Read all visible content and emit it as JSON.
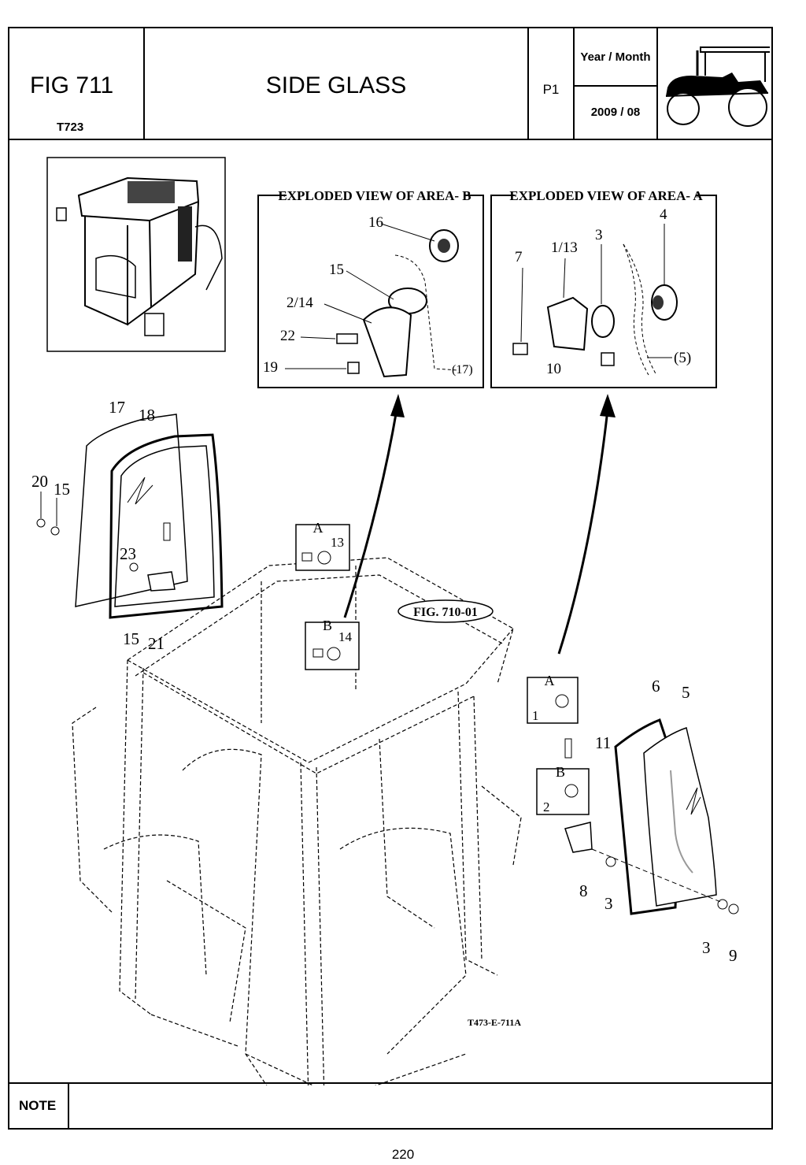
{
  "header": {
    "figure": "FIG 711",
    "model": "T723",
    "title": "SIDE GLASS",
    "page_code": "P1",
    "year_month_label": "Year / Month",
    "year_month_value": "2009 / 08"
  },
  "views": {
    "area_b_title": "EXPLODED VIEW OF AREA- B",
    "area_a_title": "EXPLODED VIEW OF AREA- A",
    "area_b_labels": [
      "16",
      "15",
      "2/14",
      "22",
      "19",
      "(17)"
    ],
    "area_a_labels": [
      "7",
      "1/13",
      "3",
      "4",
      "10",
      "(5)"
    ]
  },
  "callouts": [
    "17",
    "18",
    "20",
    "15",
    "23",
    "15",
    "21",
    "6",
    "5",
    "11",
    "8",
    "3",
    "3",
    "9"
  ],
  "detail_boxes": [
    {
      "letter": "A",
      "num": "13"
    },
    {
      "letter": "B",
      "num": "14"
    },
    {
      "letter": "A",
      "num": "1"
    },
    {
      "letter": "B",
      "num": "2"
    }
  ],
  "reference_label": "FIG. 710-01",
  "drawing_code": "T473-E-711A",
  "note_label": "NOTE",
  "page_number": "220"
}
